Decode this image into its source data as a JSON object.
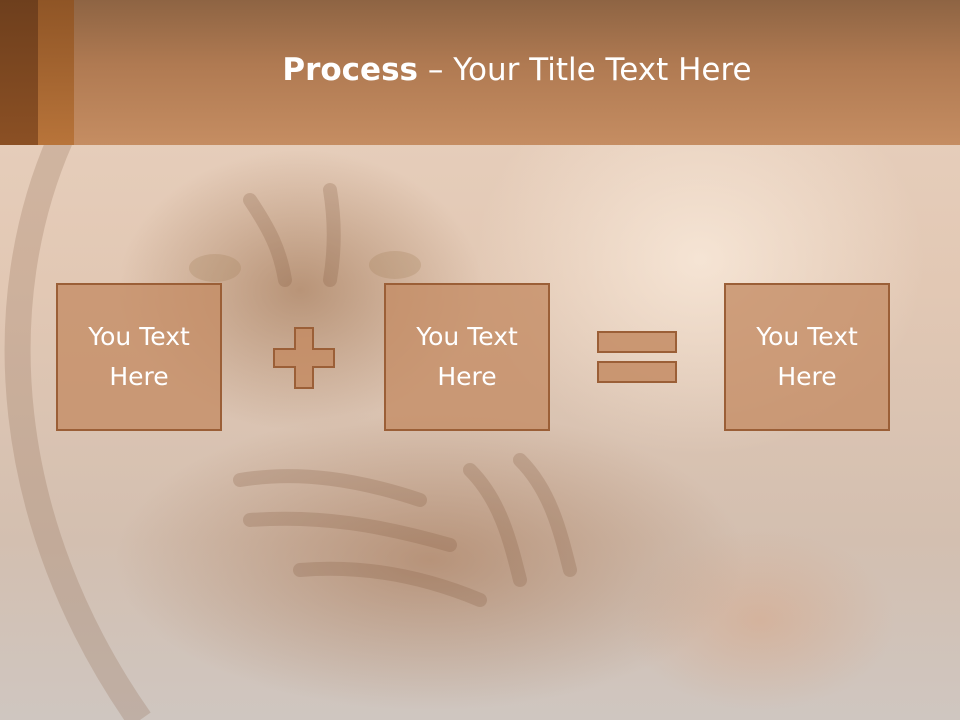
{
  "title": {
    "bold": "Process",
    "rest": " – Your Title Text Here"
  },
  "steps": [
    {
      "text": "You Text Here"
    },
    {
      "text": "You Text Here"
    },
    {
      "text": "You Text Here"
    }
  ],
  "operators": [
    "plus-icon",
    "equals-icon"
  ],
  "colors": {
    "header": "#c58d62",
    "box_fill": "#c48c64",
    "box_border": "#9b5f37",
    "accent_dark": "#7a4520",
    "accent_mid": "#b0703a",
    "title_text": "#ffffff"
  }
}
